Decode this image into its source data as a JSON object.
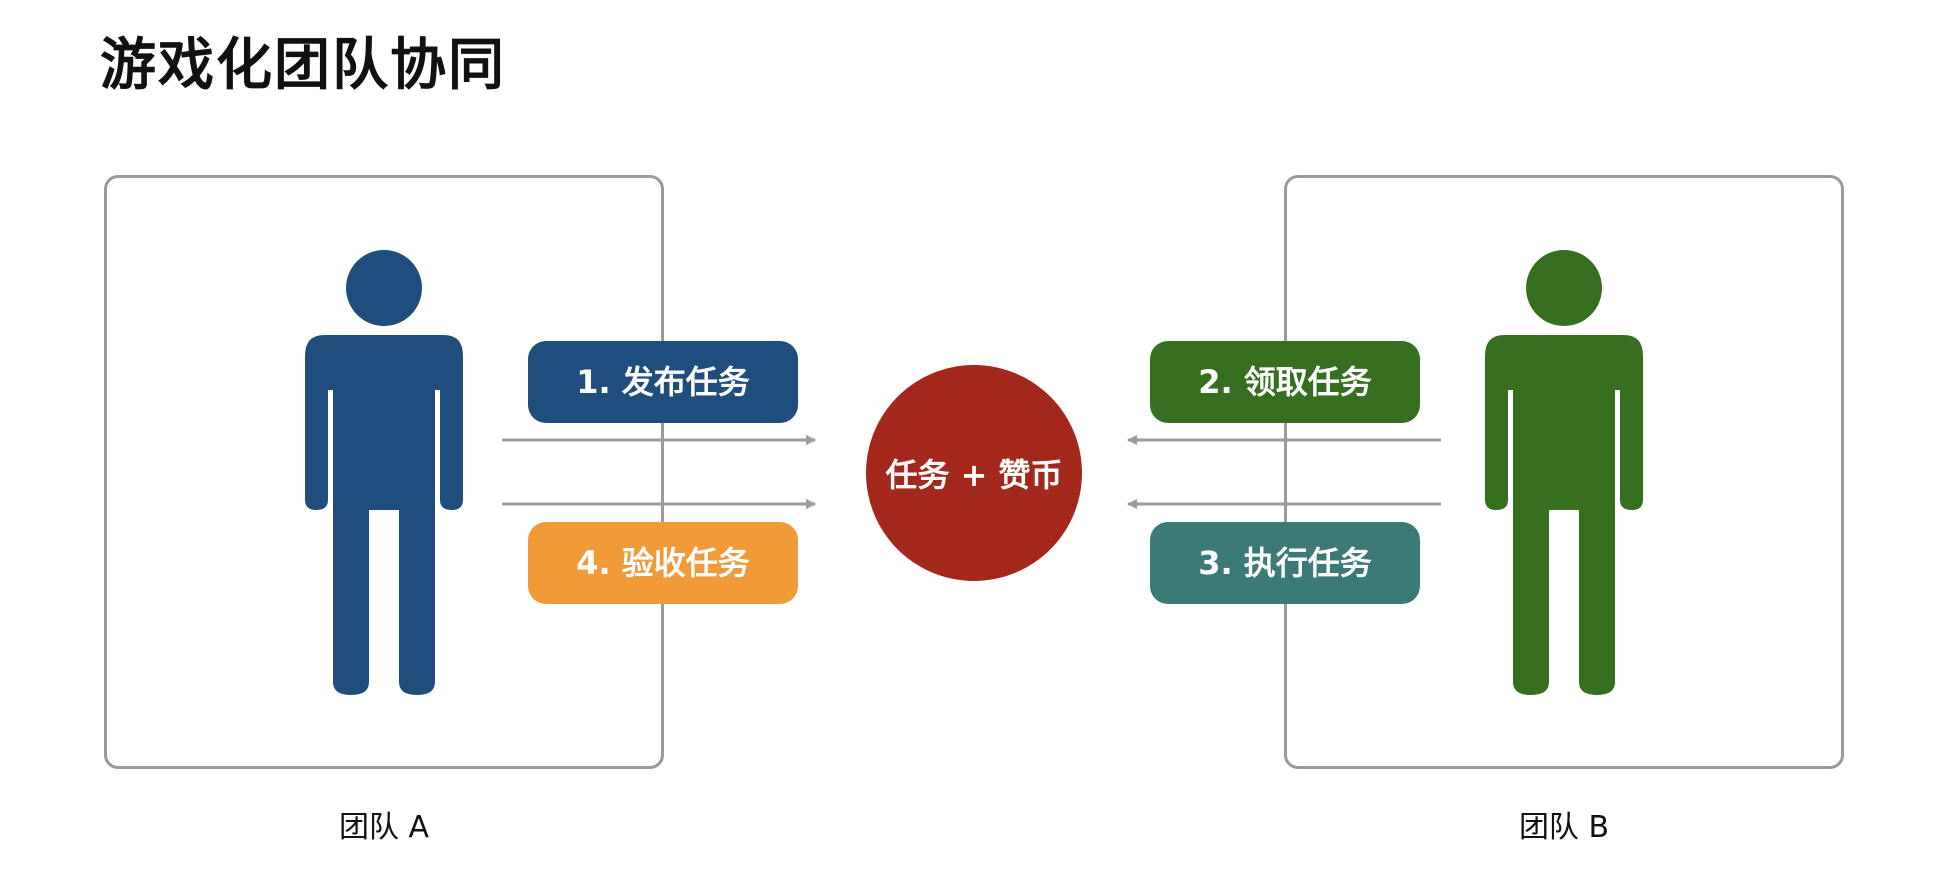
{
  "title": "游戏化团队协同",
  "team_a": {
    "label": "团队 A",
    "color": "#1f4e7d"
  },
  "team_b": {
    "label": "团队 B",
    "color": "#366f1f"
  },
  "steps": [
    {
      "label": "1. 发布任务",
      "color": "#1f4e7d"
    },
    {
      "label": "2. 领取任务",
      "color": "#366f1f"
    },
    {
      "label": "3. 执行任务",
      "color": "#3b7a76"
    },
    {
      "label": "4. 验收任务",
      "color": "#f09a3a"
    }
  ],
  "center": {
    "label": "任务 + 赞币",
    "color": "#a3281b"
  },
  "colors": {
    "border": "#9a9a9a",
    "arrow": "#9a9a9a"
  },
  "icons": {
    "team_a_person": "person-icon",
    "team_b_person": "person-icon"
  }
}
